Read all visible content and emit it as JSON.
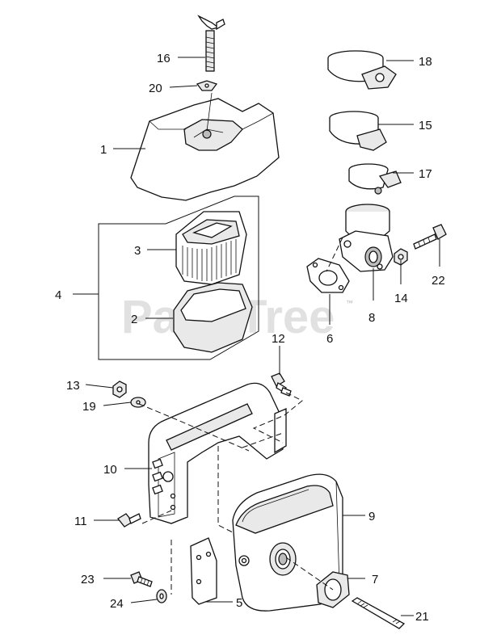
{
  "diagram": {
    "watermark": "PartsTree",
    "trademark": "™",
    "callouts": [
      "1",
      "2",
      "3",
      "4",
      "5",
      "6",
      "7",
      "8",
      "9",
      "10",
      "11",
      "12",
      "13",
      "14",
      "15",
      "16",
      "17",
      "18",
      "19",
      "20",
      "21",
      "22",
      "23",
      "24"
    ]
  }
}
